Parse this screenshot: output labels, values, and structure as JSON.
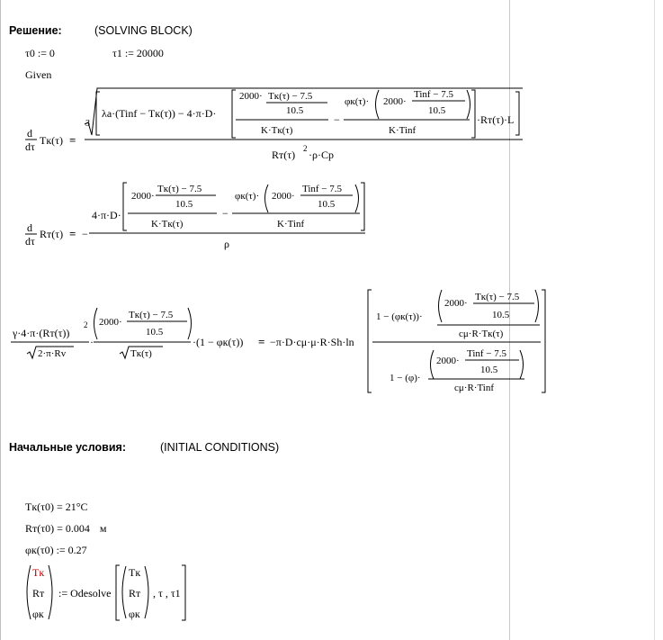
{
  "solution": {
    "heading": "Решение:",
    "heading_en": "(SOLVING BLOCK)",
    "tau0_def": "τ0 := 0",
    "tau1_def": "τ1 := 20000",
    "given": "Given"
  },
  "eq1": {
    "lhs": "Tк(τ)",
    "term_a": "λa·(Tinf − Tк(τ)) − 4·π·D·",
    "coef": "2000·",
    "tk": "Tк(τ) − 7.5",
    "c105": "10.5",
    "den1": "K·Tк(τ)",
    "phi": "φк(τ)·",
    "tinf": "Tinf − 7.5",
    "den2": "K·Tinf",
    "tail": "·Rт(τ)·L",
    "root_index": "3",
    "den": "Rт(τ)",
    "den_exp": "2",
    "den_tail": "·ρ·Cp"
  },
  "eq2": {
    "lhs": "Rт(τ)",
    "prefix": "4·π·D·",
    "coef": "2000·",
    "tk": "Tк(τ) − 7.5",
    "c105": "10.5",
    "den1": "K·Tк(τ)",
    "phi": "φк(τ)·",
    "tinf": "Tinf − 7.5",
    "den2": "K·Tinf",
    "den": "ρ"
  },
  "eq3": {
    "num1": "γ·4·π·(Rт(τ))",
    "exp": "2",
    "den1": "2·π·Rv",
    "coef": "2000·",
    "tk": "Tк(τ) − 7.5",
    "c105": "10.5",
    "den2": "Tк(τ)",
    "mid": "·(1 − φк(τ))",
    "rhs": "−π·D·cμ·μ·R·Sh·ln",
    "one_a": "1 − (φк(τ))·",
    "one_b": "1 − (φ)·",
    "tinf": "Tinf − 7.5",
    "den_a": "cμ·R·Tк(τ)",
    "den_b": "cμ·R·Tinf"
  },
  "initial": {
    "heading": "Начальные условия:",
    "heading_en": "(INITIAL CONDITIONS)",
    "c1": "Tк(τ0) = 21°C",
    "c2": "Rт(τ0) = 0.004",
    "c2_unit": "м",
    "c3": "φк(τ0) := 0.27"
  },
  "odesolve": {
    "lhs": [
      "Tк",
      "Rт",
      "φк"
    ],
    "func": ":= Odesolve",
    "args": [
      "Tк",
      "Rт",
      "φк"
    ],
    "tail": ", τ , τ1"
  },
  "operators": {
    "deriv_d": "d",
    "deriv_dt": "dτ",
    "equals": "=",
    "minus": "−"
  },
  "colors": {
    "highlight": "#c00000",
    "page_break": "#c8c8c8"
  }
}
